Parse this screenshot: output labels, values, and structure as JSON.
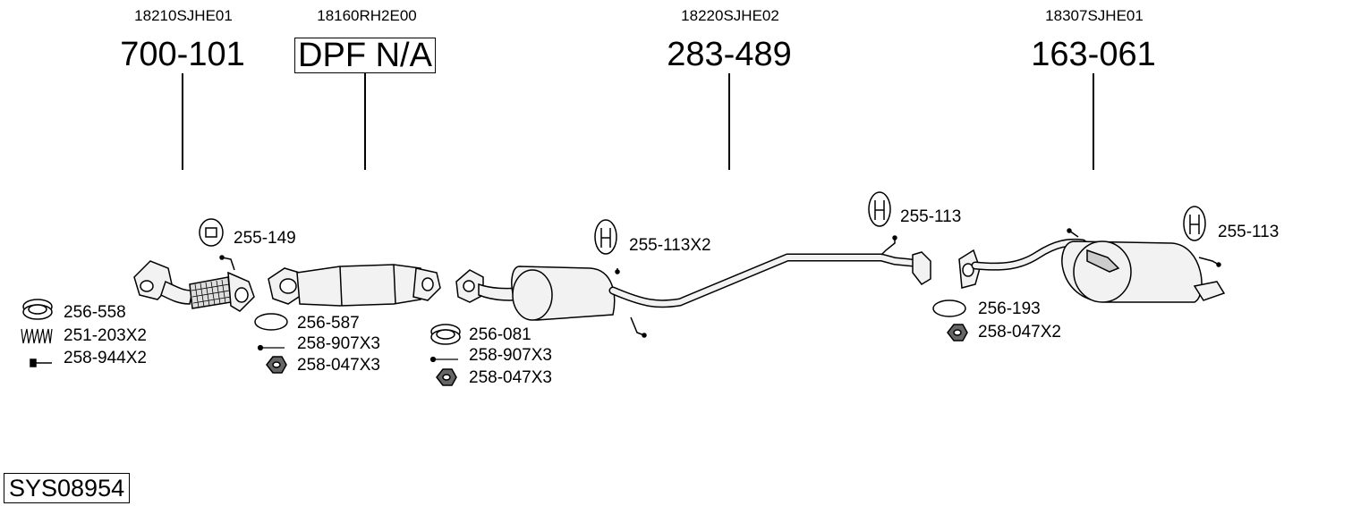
{
  "groups": [
    {
      "oem": "18210SJHE01",
      "part": "700-101"
    },
    {
      "oem": "18160RH2E00",
      "part": "DPF N/A"
    },
    {
      "oem": "18220SJHE02",
      "part": "283-489"
    },
    {
      "oem": "18307SJHE01",
      "part": "163-061"
    }
  ],
  "labels": {
    "h1": "255-149",
    "g1": "256-558",
    "s1": "251-203X2",
    "b1": "258-944X2",
    "g2": "256-587",
    "b2": "258-907X3",
    "n2": "258-047X3",
    "h3": "255-113X2",
    "g3": "256-081",
    "b3": "258-907X3",
    "n3": "258-047X3",
    "h4": "255-113",
    "g4": "256-193",
    "n4": "258-047X2",
    "h5": "255-113"
  },
  "system_id": "SYS08954"
}
